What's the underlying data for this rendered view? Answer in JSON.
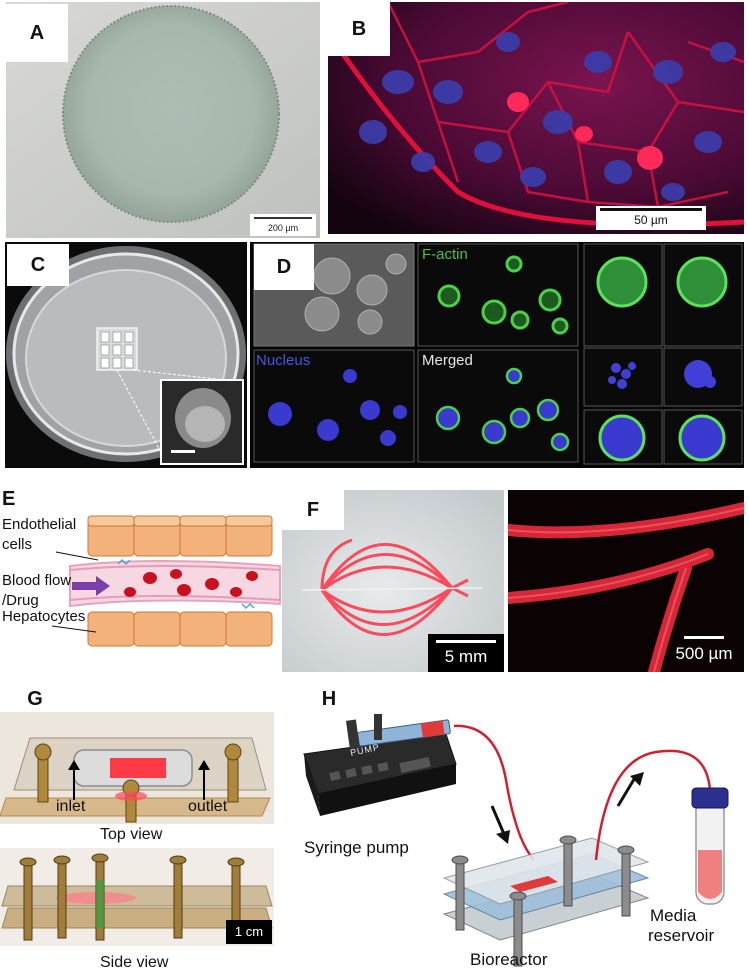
{
  "panels": {
    "A": {
      "label": "A",
      "scale": "200 µm"
    },
    "B": {
      "label": "B",
      "scale": "50 µm"
    },
    "C": {
      "label": "C"
    },
    "D": {
      "label": "D",
      "fluor_labels": [
        "F-actin",
        "Nucleus",
        "Merged"
      ]
    },
    "E": {
      "label": "E",
      "labels": [
        "Endothelial",
        "cells",
        "Blood flow",
        "/Drug",
        "Hepatocytes"
      ]
    },
    "F": {
      "label": "F",
      "scale_left": "5 mm",
      "scale_right": "500 µm"
    },
    "G": {
      "label": "G",
      "inlet": "inlet",
      "outlet": "outlet",
      "top_caption": "Top view",
      "side_caption": "Side view",
      "scale": "1 cm"
    },
    "H": {
      "label": "H",
      "pump_text": "PUMP",
      "syringe_label": "Syringe pump",
      "bioreactor_label": "Bioreactor",
      "media_label_1": "Media",
      "media_label_2": "reservoir"
    }
  }
}
